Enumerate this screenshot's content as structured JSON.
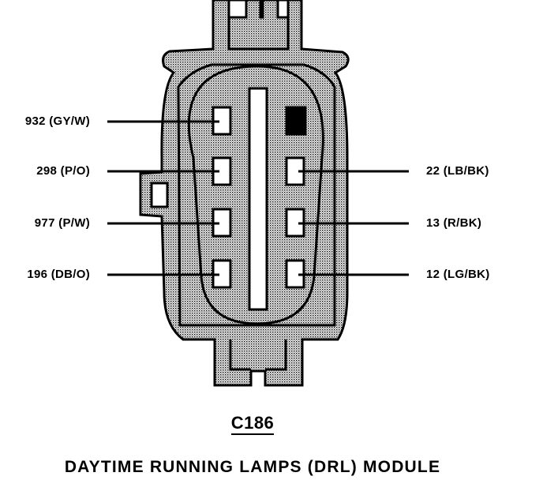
{
  "connector": {
    "id": "C186",
    "title": "DAYTIME RUNNING LAMPS (DRL) MODULE"
  },
  "pins": {
    "left": [
      {
        "label": "932 (GY/W)"
      },
      {
        "label": "298 (P/O)"
      },
      {
        "label": "977 (P/W)"
      },
      {
        "label": "196 (DB/O)"
      }
    ],
    "right": [
      {
        "label": "22 (LB/BK)"
      },
      {
        "label": "13 (R/BK)"
      },
      {
        "label": "12 (LG/BK)"
      }
    ]
  },
  "colors": {
    "ink": "#000000",
    "body_fill": "#d9d9d9",
    "background": "#ffffff"
  }
}
